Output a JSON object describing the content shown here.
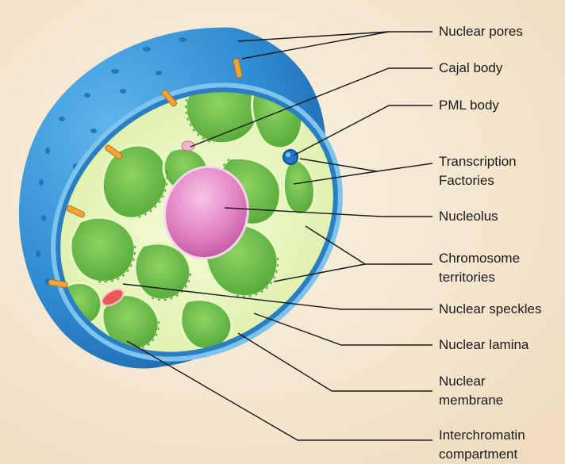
{
  "labels": {
    "nuclear_pores": "Nuclear pores",
    "cajal_body": "Cajal body",
    "pml_body": "PML body",
    "transcription_factories_1": "Transcription",
    "transcription_factories_2": "Factories",
    "nucleolus": "Nucleolus",
    "chromosome_territories_1": "Chromosome",
    "chromosome_territories_2": "territories",
    "nuclear_speckles": "Nuclear speckles",
    "nuclear_lamina": "Nuclear lamina",
    "nuclear_membrane_1": "Nuclear",
    "nuclear_membrane_2": "membrane",
    "interchromatin_1": "Interchromatin",
    "interchromatin_2": "compartment"
  },
  "colors": {
    "background": "#f6ead6",
    "membrane_blue": "#2e86c9",
    "chromatin_green": "#6cbf45",
    "interchromatin": "#eef7c8",
    "nucleolus_pink": "#e07fc0",
    "speckle_red": "#e85a5a",
    "pore_orange": "#f2a33a",
    "pml_blue": "#2277cc"
  }
}
